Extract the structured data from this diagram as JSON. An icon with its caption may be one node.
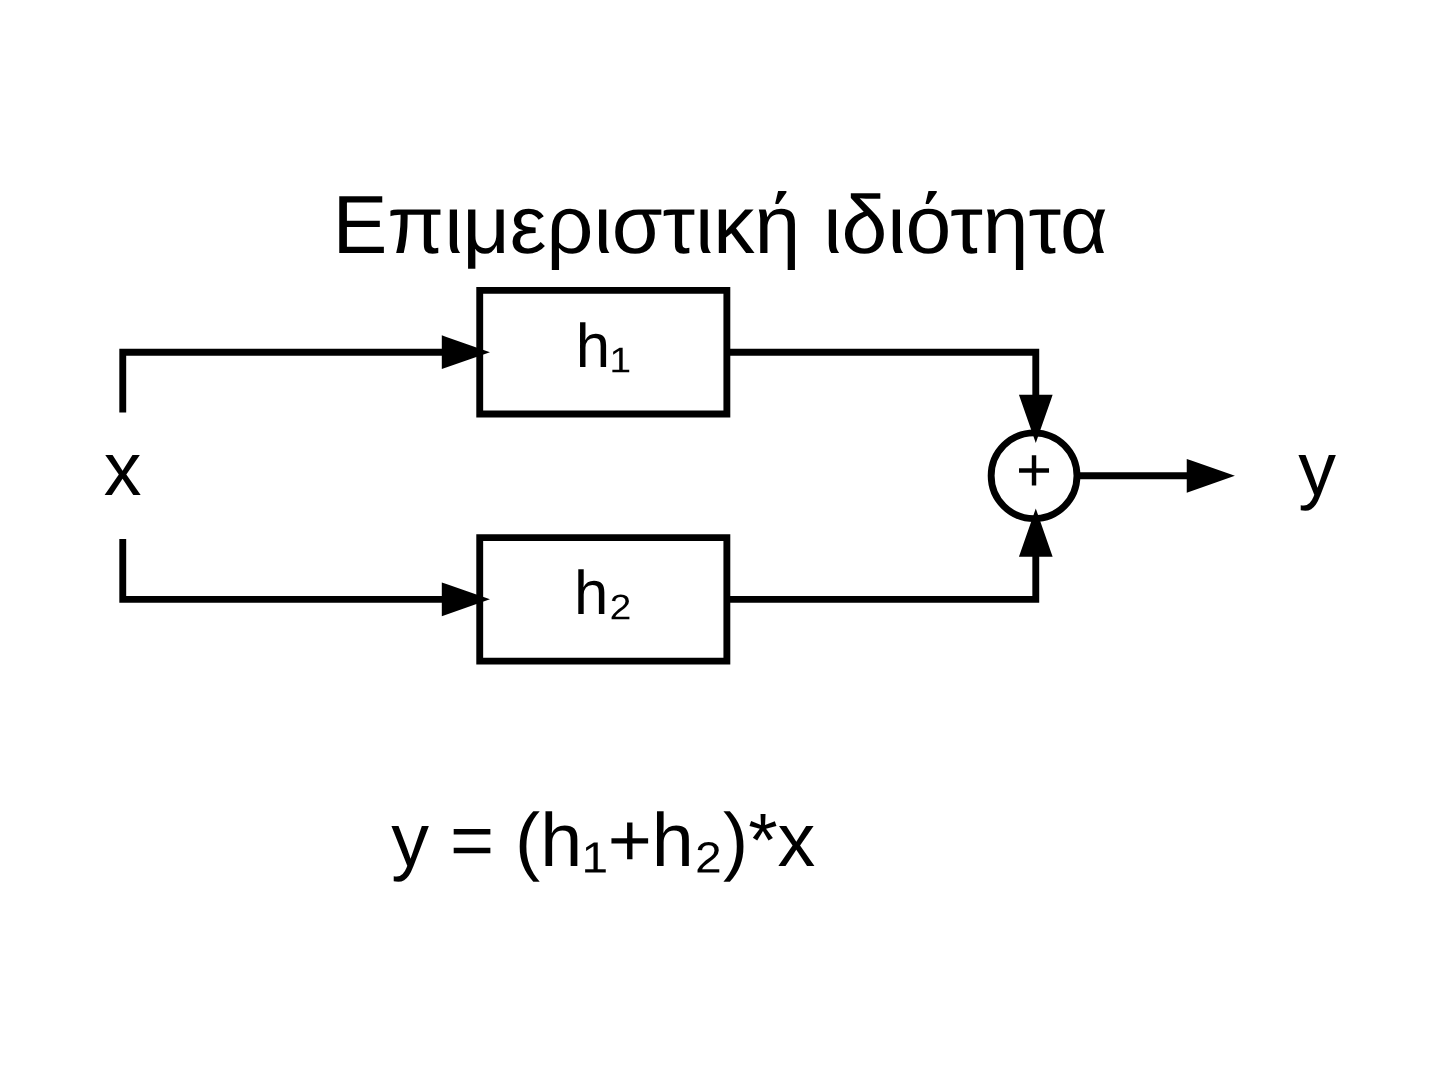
{
  "diagram": {
    "title": "Επιμεριστική ιδιότητα",
    "nodes": [
      {
        "text": [
          "x"
        ]
      },
      {
        "text": [
          "h₁"
        ]
      },
      {
        "text": [
          "h₂"
        ]
      },
      {
        "text": [
          "+"
        ]
      },
      {
        "text": [
          "y"
        ]
      }
    ],
    "edges": [
      {
        "from": 0,
        "to": 1,
        "arrow": "to"
      },
      {
        "from": 0,
        "to": 2,
        "arrow": "to"
      },
      {
        "from": 1,
        "to": 3,
        "arrow": "to"
      },
      {
        "from": 2,
        "to": 3,
        "arrow": "to"
      },
      {
        "from": 3,
        "to": 4,
        "arrow": "to"
      }
    ],
    "labels": [
      "y = (h₁+h₂)*x"
    ]
  }
}
